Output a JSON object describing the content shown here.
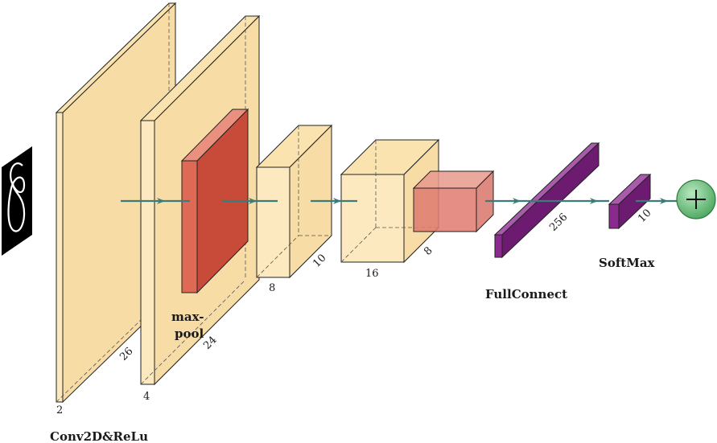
{
  "colors": {
    "conv_face": "#fce9c0",
    "conv_top": "#fbe3b0",
    "conv_side": "#f8dca6",
    "conv_edge": "#222222",
    "pool_front": "#de6a55",
    "pool_top": "#e9907e",
    "pool_side": "#c84a38",
    "fc": "#8b2a8e",
    "fc_top": "#a85aab",
    "fc_side": "#6d1b70",
    "arrow": "#3c7c78",
    "sum_fill": "#5fb872",
    "sum_edge": "#2e7a3c",
    "input_bg": "#000000",
    "input_stroke": "#ffffff"
  },
  "input": {
    "icon": "digit-eight-icon"
  },
  "layers": [
    {
      "name": "conv1",
      "depth_label": "2",
      "height_label": "26"
    },
    {
      "name": "conv2",
      "depth_label": "4",
      "height_label": "24"
    },
    {
      "name": "conv3",
      "depth_label": "8",
      "height_label": "10"
    },
    {
      "name": "conv4",
      "depth_label": "16",
      "height_label": "8"
    },
    {
      "name": "fc1",
      "size_label": "256"
    },
    {
      "name": "fc2",
      "size_label": "10"
    }
  ],
  "captions": {
    "conv": "Conv2D&ReLu",
    "maxpool_line1": "max-",
    "maxpool_line2": "pool",
    "fullconnect": "FullConnect",
    "softmax": "SoftMax"
  },
  "sum_node": {
    "symbol": "+"
  }
}
